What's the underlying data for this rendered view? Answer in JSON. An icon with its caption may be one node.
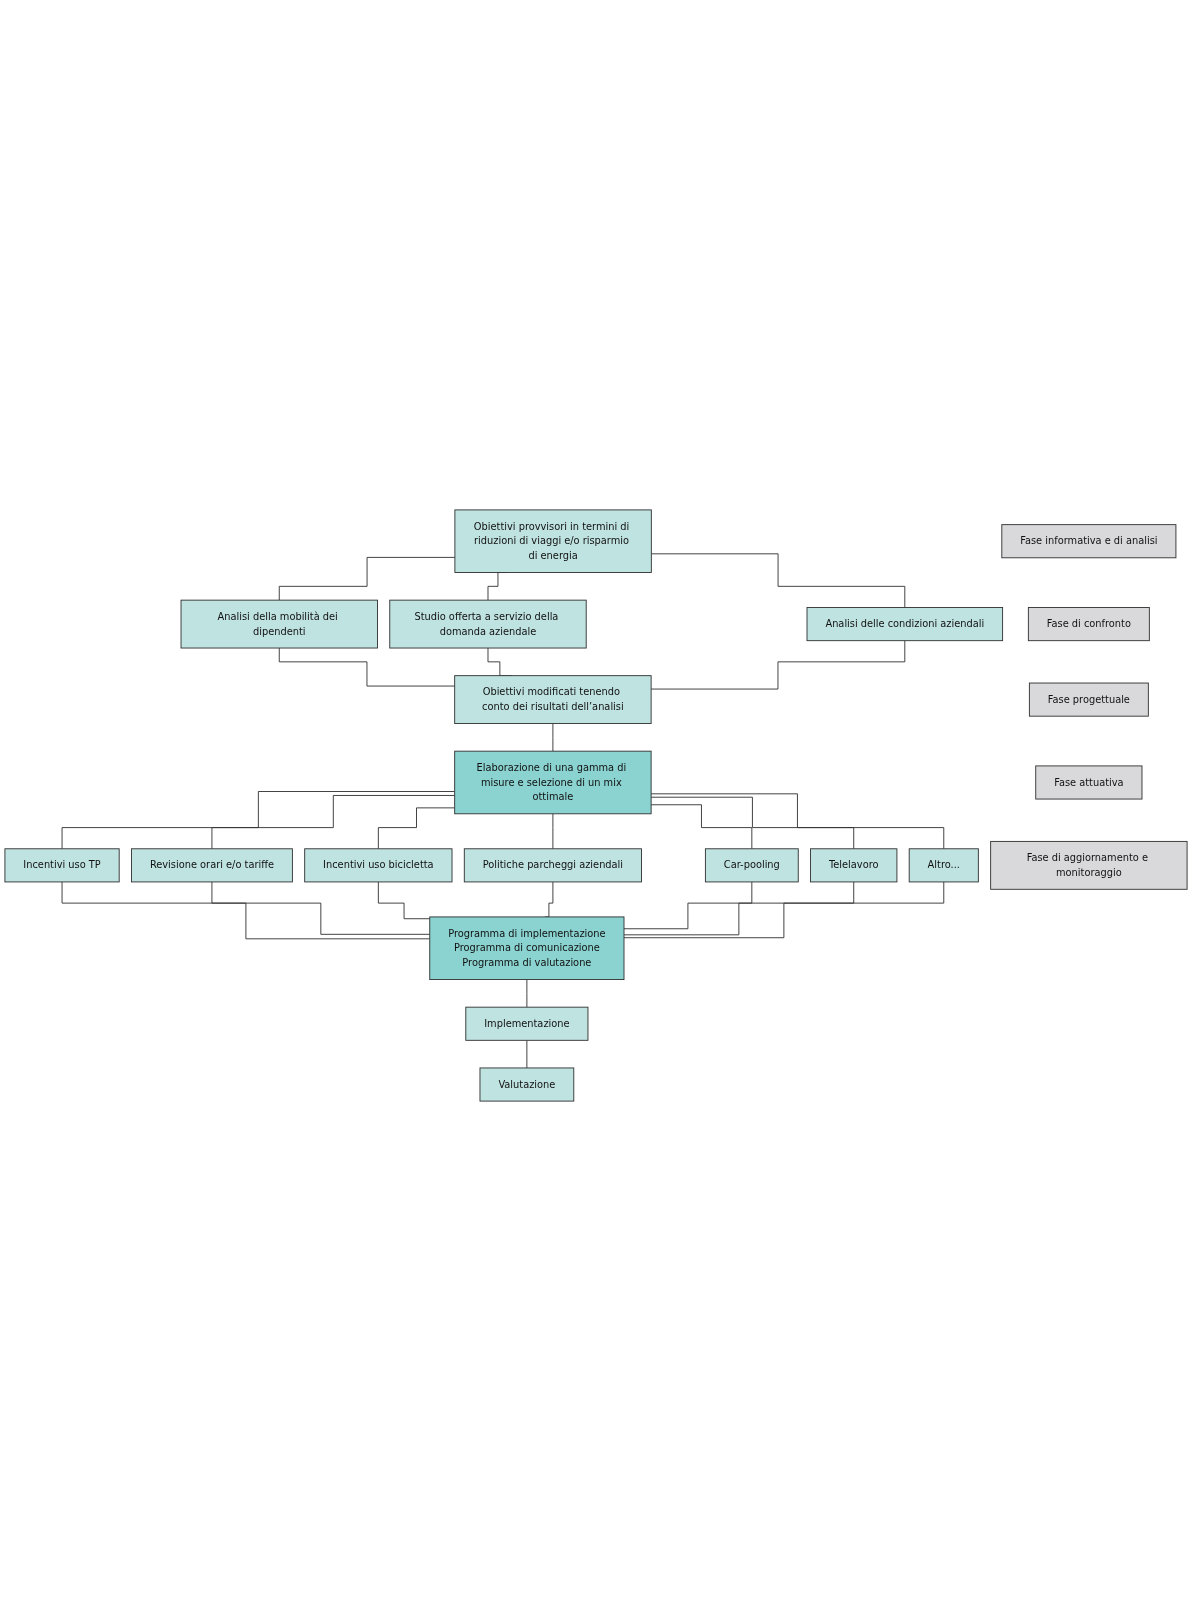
{
  "diagram": {
    "nodes": [
      {
        "text": [
          "Obiettivi provvisori in termini di riduzioni di viaggi e/o risparmio di energia"
        ]
      },
      {
        "text": [
          "Analisi della mobilità dei dipendenti"
        ]
      },
      {
        "text": [
          "Studio offerta a servizio della domanda aziendale"
        ]
      },
      {
        "text": [
          "Analisi delle condizioni aziendali"
        ]
      },
      {
        "text": [
          "Obiettivi modificati tenendo conto dei risultati dell’analisi"
        ]
      },
      {
        "text": [
          "Elaborazione di una gamma di misure e selezione di un mix ottimale"
        ]
      },
      {
        "text": [
          "Incentivi uso TP"
        ]
      },
      {
        "text": [
          "Revisione orari e/o tariffe"
        ]
      },
      {
        "text": [
          "Incentivi uso bicicletta"
        ]
      },
      {
        "text": [
          "Politiche parcheggi aziendali"
        ]
      },
      {
        "text": [
          "Car-pooling"
        ]
      },
      {
        "text": [
          "Telelavoro"
        ]
      },
      {
        "text": [
          "Altro..."
        ]
      },
      {
        "text": [
          "Programma di implementazione",
          "Programma di comunicazione",
          "Programma di valutazione"
        ]
      },
      {
        "text": [
          "Implementazione"
        ]
      },
      {
        "text": [
          "Valutazione"
        ]
      },
      {
        "text": [
          "Fase informativa e di analisi"
        ]
      },
      {
        "text": [
          "Fase di confronto"
        ]
      },
      {
        "text": [
          "Fase progettuale"
        ]
      },
      {
        "text": [
          "Fase attuativa"
        ]
      },
      {
        "text": [
          "Fase di aggiornamento e monitoraggio"
        ]
      }
    ],
    "edges": [
      {
        "from": 0,
        "to": 1,
        "arrow": "none"
      },
      {
        "from": 0,
        "to": 2,
        "arrow": "none"
      },
      {
        "from": 0,
        "to": 3,
        "arrow": "none"
      },
      {
        "from": 1,
        "to": 4,
        "arrow": "none"
      },
      {
        "from": 2,
        "to": 4,
        "arrow": "none"
      },
      {
        "from": 3,
        "to": 4,
        "arrow": "none"
      },
      {
        "from": 4,
        "to": 5,
        "arrow": "none"
      },
      {
        "from": 5,
        "to": 6,
        "arrow": "none"
      },
      {
        "from": 5,
        "to": 7,
        "arrow": "none"
      },
      {
        "from": 5,
        "to": 8,
        "arrow": "none"
      },
      {
        "from": 5,
        "to": 9,
        "arrow": "none"
      },
      {
        "from": 5,
        "to": 10,
        "arrow": "none"
      },
      {
        "from": 5,
        "to": 11,
        "arrow": "none"
      },
      {
        "from": 5,
        "to": 12,
        "arrow": "none"
      },
      {
        "from": 6,
        "to": 13,
        "arrow": "none"
      },
      {
        "from": 7,
        "to": 13,
        "arrow": "none"
      },
      {
        "from": 8,
        "to": 13,
        "arrow": "none"
      },
      {
        "from": 9,
        "to": 13,
        "arrow": "none"
      },
      {
        "from": 10,
        "to": 13,
        "arrow": "none"
      },
      {
        "from": 11,
        "to": 13,
        "arrow": "none"
      },
      {
        "from": 12,
        "to": 13,
        "arrow": "none"
      },
      {
        "from": 13,
        "to": 14,
        "arrow": "none"
      },
      {
        "from": 14,
        "to": 15,
        "arrow": "none"
      }
    ]
  }
}
